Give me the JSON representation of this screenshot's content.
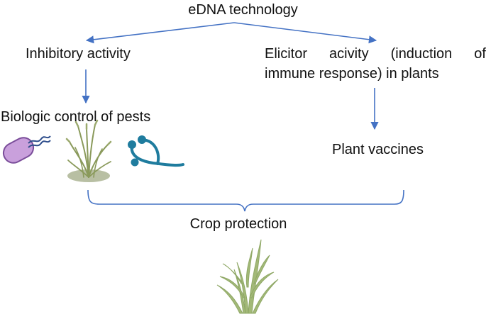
{
  "diagram": {
    "title": "eDNA technology",
    "left_branch": "Inhibitory activity",
    "right_branch_line1": "Elicitor acivity (induction of",
    "right_branch_line2": "immune response) in plants",
    "left_outcome": "Biologic control of pests",
    "right_outcome": "Plant vaccines",
    "conclusion": "Crop protection"
  },
  "icons": {
    "bacterium": "bacterium-icon",
    "grass": "grass-tuft-icon",
    "fungus": "fungal-hyphae-icon",
    "crop": "crop-plant-icon"
  },
  "colors": {
    "arrow": "#4472C4",
    "text": "#111111",
    "bacterium_fill": "#C9A0DC",
    "bacterium_stroke": "#7A4D9A",
    "dna": "#2F4E8C",
    "fungus": "#1F7C9E",
    "grass": "#8A9A5B",
    "crop": "#A3B978"
  }
}
